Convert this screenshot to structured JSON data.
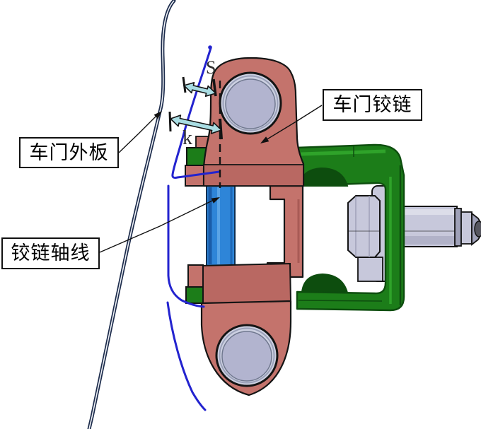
{
  "diagram": {
    "callouts": {
      "door_outer_panel": {
        "label": "车门外板"
      },
      "door_hinge": {
        "label": "车门铰链"
      },
      "hinge_axis": {
        "label": "铰链轴线"
      }
    },
    "dimension_labels": {
      "s": "S",
      "k": "k"
    },
    "colors": {
      "hinge_red": "#C4736C",
      "hinge_red_dark": "#B96862",
      "hinge_red_shadow": "#A85A55",
      "outline_black": "#141414",
      "bracket_green": "#1C7D19",
      "bracket_green_dark": "#0D4D0E",
      "bracket_green_light": "#2FA32A",
      "pin_blue": "#2E85D8",
      "pin_blue_dark": "#1A5CA8",
      "pin_blue_light": "#5AA4E6",
      "section_line_blue": "#2323CF",
      "panel_navy": "#1D2C4C",
      "dim_arrow_cyan": "#A9DDE3",
      "bushing_fill": "#B2B4CF",
      "bushing_ring": "#CCD0E1",
      "bushing_ring_edge": "#9AA0B8",
      "bolt_gray": "#C7C8DB",
      "bolt_gray_light": "#DCDDE9",
      "bolt_gray_shadow": "#9FA1B8",
      "bolt_tip_dark": "#56565F",
      "leader_black": "#111111"
    }
  }
}
